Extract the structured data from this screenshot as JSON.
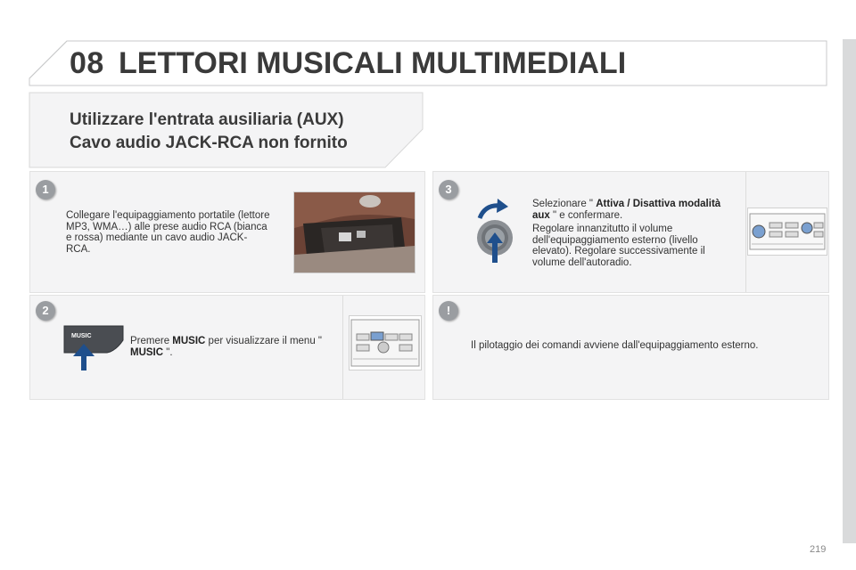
{
  "header": {
    "chapter_number": "08",
    "chapter_title": "LETTORI MUSICALI MULTIMEDIALI"
  },
  "section": {
    "title_line1": "Utilizzare l'entrata ausiliaria (AUX)",
    "title_line2": "Cavo audio JACK-RCA non fornito"
  },
  "steps": [
    {
      "badge": "1",
      "text": "Collegare l'equipaggiamento portatile (lettore MP3, WMA…) alle prese audio RCA (bianca e rossa) mediante un cavo audio JACK-RCA."
    },
    {
      "badge": "2",
      "text_prefix": "Premere ",
      "text_bold1": "MUSIC",
      "text_mid": " per visualizzare il menu \" ",
      "text_bold2": "MUSIC",
      "text_suffix": " \".",
      "button_label": "MUSIC"
    },
    {
      "badge": "3",
      "para1_prefix": "Selezionare \" ",
      "para1_bold": "Attiva / Disattiva modalità aux",
      "para1_suffix": " \" e confermare.",
      "para2": "Regolare innanzitutto il volume dell'equipaggiamento esterno (livello elevato). Regolare successivamente il volume dell'autoradio."
    },
    {
      "badge": "!",
      "text": "Il pilotaggio dei comandi avviene dall'equipaggiamento esterno."
    }
  ],
  "page_number": "219",
  "colors": {
    "header_text": "#3a3a3a",
    "badge": "#9a9da1",
    "panel_bg": "#f4f4f5",
    "arrow_blue": "#1f4f8c"
  }
}
